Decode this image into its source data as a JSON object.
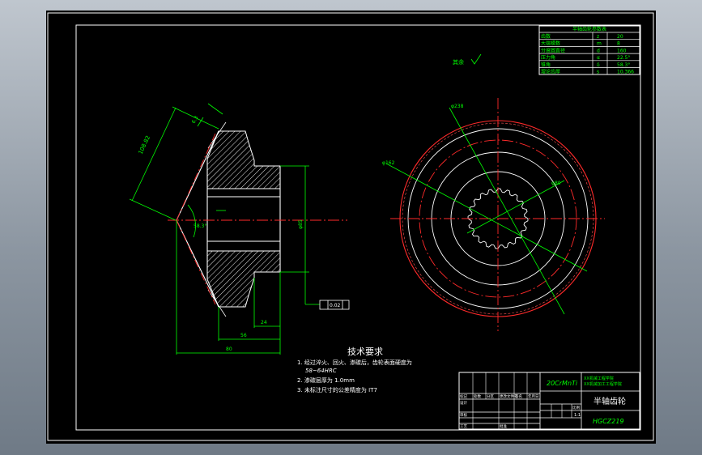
{
  "params_table": {
    "title": "半轴齿轮参数表",
    "rows": [
      {
        "name": "齿数",
        "symbol": "z",
        "value": "20"
      },
      {
        "name": "大端模数",
        "symbol": "m",
        "value": "8"
      },
      {
        "name": "分度圆直径",
        "symbol": "d",
        "value": "160"
      },
      {
        "name": "压力角",
        "symbol": "α",
        "value": "22.5°"
      },
      {
        "name": "锥角",
        "symbol": "δ",
        "value": "58.3°"
      },
      {
        "name": "理论齿厚",
        "symbol": "s",
        "value": "10.366"
      }
    ]
  },
  "roughness_note": "其余",
  "dimensions": {
    "d_outer": "φ238",
    "d_inner": "φ162",
    "d_spline": "φ80",
    "slant": "108.82",
    "small": "6.3",
    "angle": "58.3°",
    "hub": "24",
    "width": "56",
    "total": "80",
    "bore": "φ85",
    "tol": "0.02"
  },
  "tech": {
    "heading": "技术要求",
    "items": [
      "1. 经过淬火、回火、渗碳后，齿轮表面硬度为",
      "58~64HRC",
      "2. 渗碳层厚为    1.0mm",
      "3. 未标注尺寸的公差精度为         IT7"
    ]
  },
  "title_block": {
    "material": "20CrMnTi",
    "school_1": "XX机械工程学院",
    "school_2": "XX机械加工工程学院",
    "part_name": "半轴齿轮",
    "drawing_no": "HGCZ219",
    "scale": "1:1",
    "small_labels": [
      "标记",
      "处数",
      "分区",
      "更改文件号",
      "签名",
      "年月日",
      "设计",
      "审核",
      "工艺",
      "批准",
      "比例"
    ]
  }
}
